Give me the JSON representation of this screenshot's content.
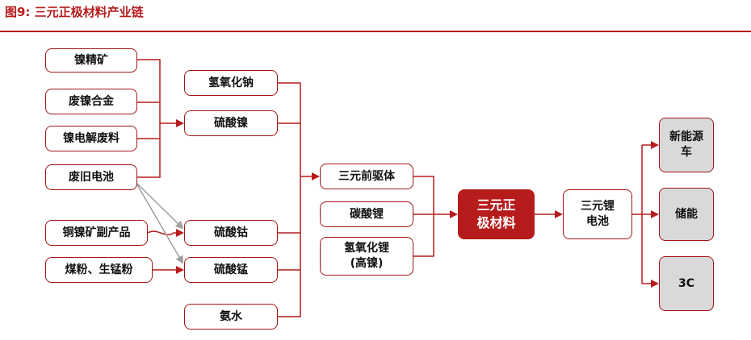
{
  "figure_title": "图9:  三元正极材料产业链",
  "nodes": {
    "nickel_ore": "镍精矿",
    "scrap_nickel_alloy": "废镍合金",
    "nickel_electrolysis_waste": "镍电解废料",
    "waste_battery": "废旧电池",
    "copper_nickel_byproduct": "铜镍矿副产品",
    "coal_powder_manganese": "煤粉、生锰粉",
    "sodium_hydroxide": "氢氧化钠",
    "nickel_sulfate": "硫酸镍",
    "cobalt_sulfate": "硫酸钴",
    "manganese_sulfate": "硫酸锰",
    "ammonia_water": "氨水",
    "ternary_precursor": "三元前驱体",
    "lithium_carbonate": "碳酸锂",
    "lithium_hydroxide": "氢氧化锂\n(高镍)",
    "ternary_cathode": "三元正\n极材料",
    "ternary_li_battery": "三元锂\n电池",
    "nev": "新能源\n车",
    "energy_storage": "储能",
    "consumer_3c": "3C"
  },
  "colors": {
    "accent": "#b71c1c",
    "gray_fill": "#d9d9d9",
    "gray_arrow": "#9e9e9e"
  }
}
